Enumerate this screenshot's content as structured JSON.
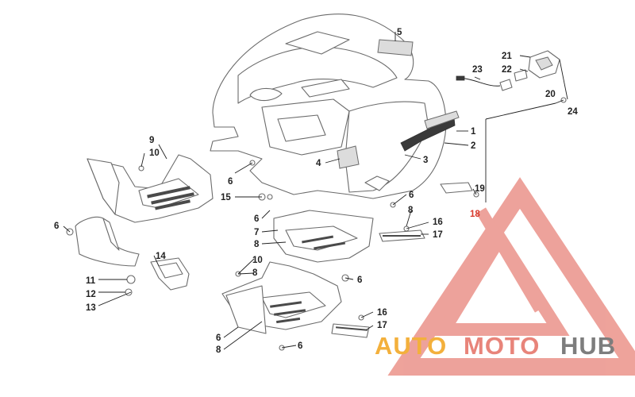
{
  "colors": {
    "line": "#6b6b6b",
    "label": "#222222",
    "highlight": "#d83a2c",
    "watermark_red": "#e8847a",
    "watermark_orange": "#f3b03c",
    "watermark_gray": "#7d7d7d"
  },
  "callouts": {
    "c1": "1",
    "c2": "2",
    "c3": "3",
    "c4": "4",
    "c5": "5",
    "c6a": "6",
    "c6b": "6",
    "c6c": "6",
    "c6d": "6",
    "c6e": "6",
    "c6f": "6",
    "c6g": "6",
    "c7": "7",
    "c8a": "8",
    "c8b": "8",
    "c8c": "8",
    "c8d": "8",
    "c9": "9",
    "c10a": "10",
    "c10b": "10",
    "c11": "11",
    "c12": "12",
    "c13": "13",
    "c14": "14",
    "c15": "15",
    "c16a": "16",
    "c16b": "16",
    "c17a": "17",
    "c17b": "17",
    "c18": "18",
    "c19": "19",
    "c20": "20",
    "c21": "21",
    "c22": "22",
    "c23": "23",
    "c24": "24"
  },
  "watermark": {
    "part1": "AUTO",
    "part2": "MOTO",
    "part3": "HUB"
  }
}
